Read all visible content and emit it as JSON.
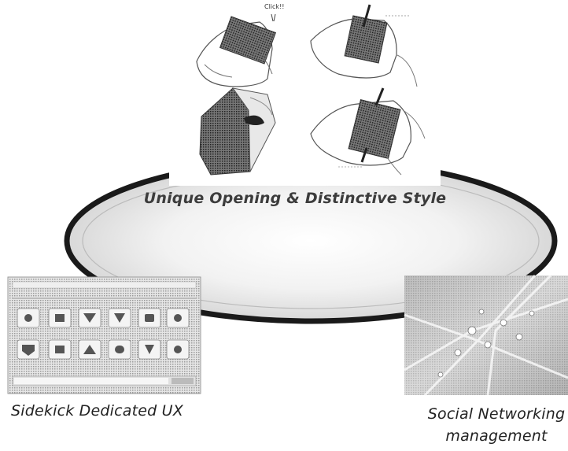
{
  "diagram": {
    "center_caption": "Unique Opening & Distinctive Style",
    "left_caption": "Sidekick Dedicated UX",
    "right_caption_line1": "Social Networking",
    "right_caption_line2": "management",
    "click_label": "Click!!"
  },
  "colors": {
    "ellipse_stroke": "#1a1a1a",
    "panel_fill": "#c8c8c8",
    "text": "#3c3c3c"
  },
  "icons": [
    "hand-rotating-phone-icon",
    "hand-pressing-phone-icon",
    "phone-swivel-open-icon",
    "hand-opening-phone-icon",
    "app-grid-icon",
    "network-nodes-icon"
  ]
}
